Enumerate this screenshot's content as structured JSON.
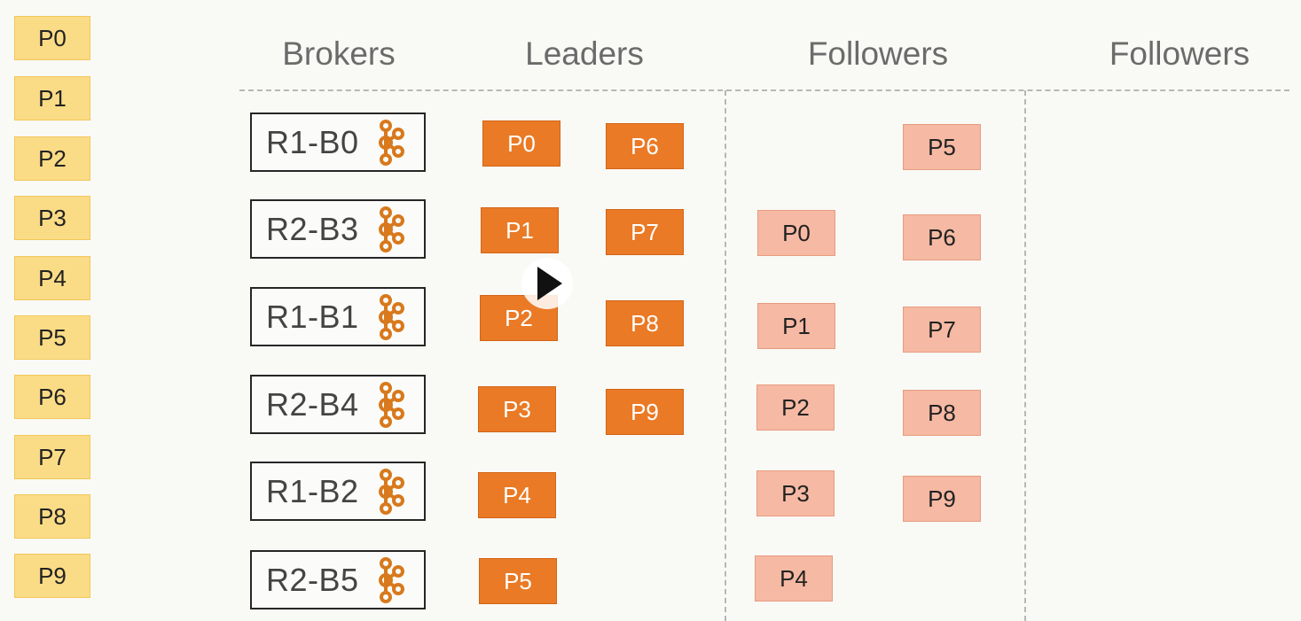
{
  "partitions": [
    "P0",
    "P1",
    "P2",
    "P3",
    "P4",
    "P5",
    "P6",
    "P7",
    "P8",
    "P9"
  ],
  "headers": {
    "brokers": "Brokers",
    "leaders": "Leaders",
    "followers1": "Followers",
    "followers2": "Followers"
  },
  "brokers": [
    "R1-B0",
    "R2-B3",
    "R1-B1",
    "R2-B4",
    "R1-B2",
    "R2-B5"
  ],
  "leaders": {
    "col1": [
      "P0",
      "P1",
      "P2",
      "P3",
      "P4",
      "P5"
    ],
    "col2": [
      "P6",
      "P7",
      "P8",
      "P9"
    ]
  },
  "followers": {
    "col1": [
      "P0",
      "P1",
      "P2",
      "P3",
      "P4"
    ],
    "col2": [
      "P5",
      "P6",
      "P7",
      "P8",
      "P9"
    ]
  },
  "colors": {
    "partition": "#fbdc86",
    "leader": "#ea7a25",
    "follower": "#f6b9a3",
    "kafka_icon": "#d8791d"
  },
  "icons": {
    "broker": "kafka-icon",
    "overlay": "play-icon"
  }
}
